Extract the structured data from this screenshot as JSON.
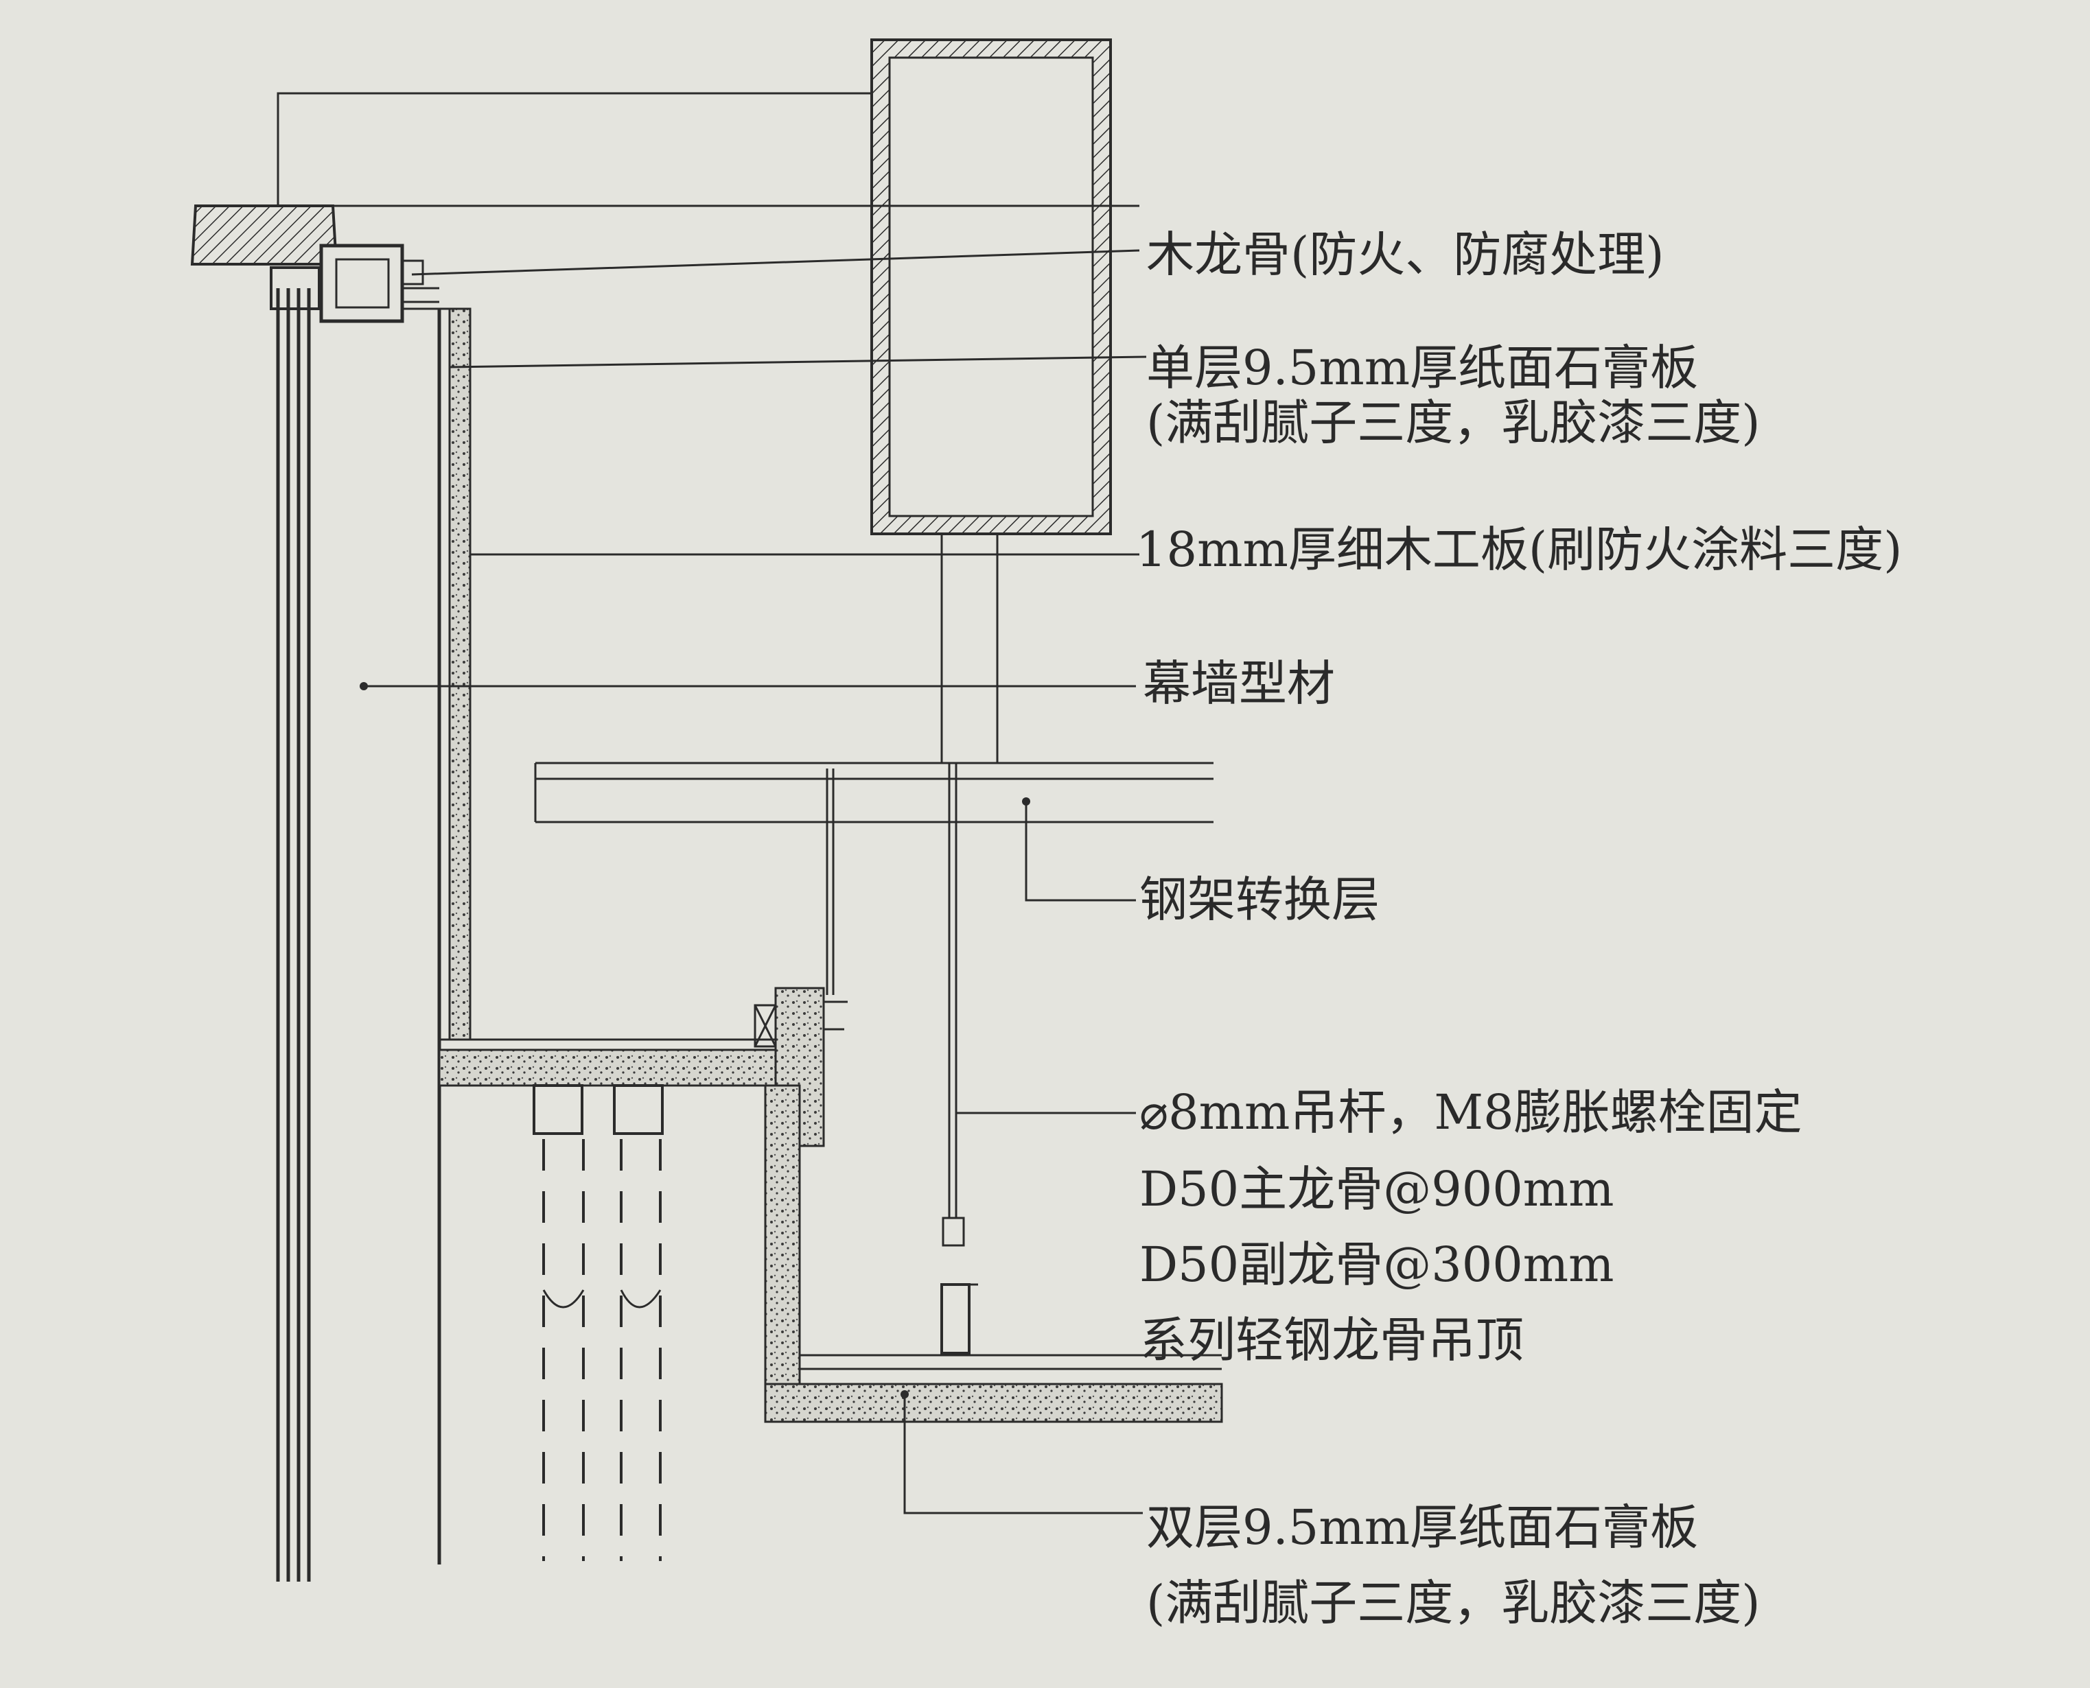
{
  "diagram": {
    "callouts": [
      {
        "id": "wood-keel",
        "lines": [
          "木龙骨(防火、防腐处理)"
        ]
      },
      {
        "id": "single-gypsum",
        "lines": [
          "单层9.5mm厚纸面石膏板",
          "(满刮腻子三度，乳胶漆三度)"
        ]
      },
      {
        "id": "blockboard",
        "lines": [
          "18mm厚细木工板(刷防火涂料三度)"
        ]
      },
      {
        "id": "curtain-wall",
        "lines": [
          "幕墙型材"
        ]
      },
      {
        "id": "steel-frame",
        "lines": [
          "钢架转换层"
        ]
      },
      {
        "id": "hanger-keel",
        "lines": [
          "⌀8mm吊杆，M8膨胀螺栓固定",
          "D50主龙骨@900mm",
          "D50副龙骨@300mm",
          "系列轻钢龙骨吊顶"
        ]
      },
      {
        "id": "double-gypsum",
        "lines": [
          "双层9.5mm厚纸面石膏板",
          "(满刮腻子三度，乳胶漆三度)"
        ]
      }
    ]
  }
}
